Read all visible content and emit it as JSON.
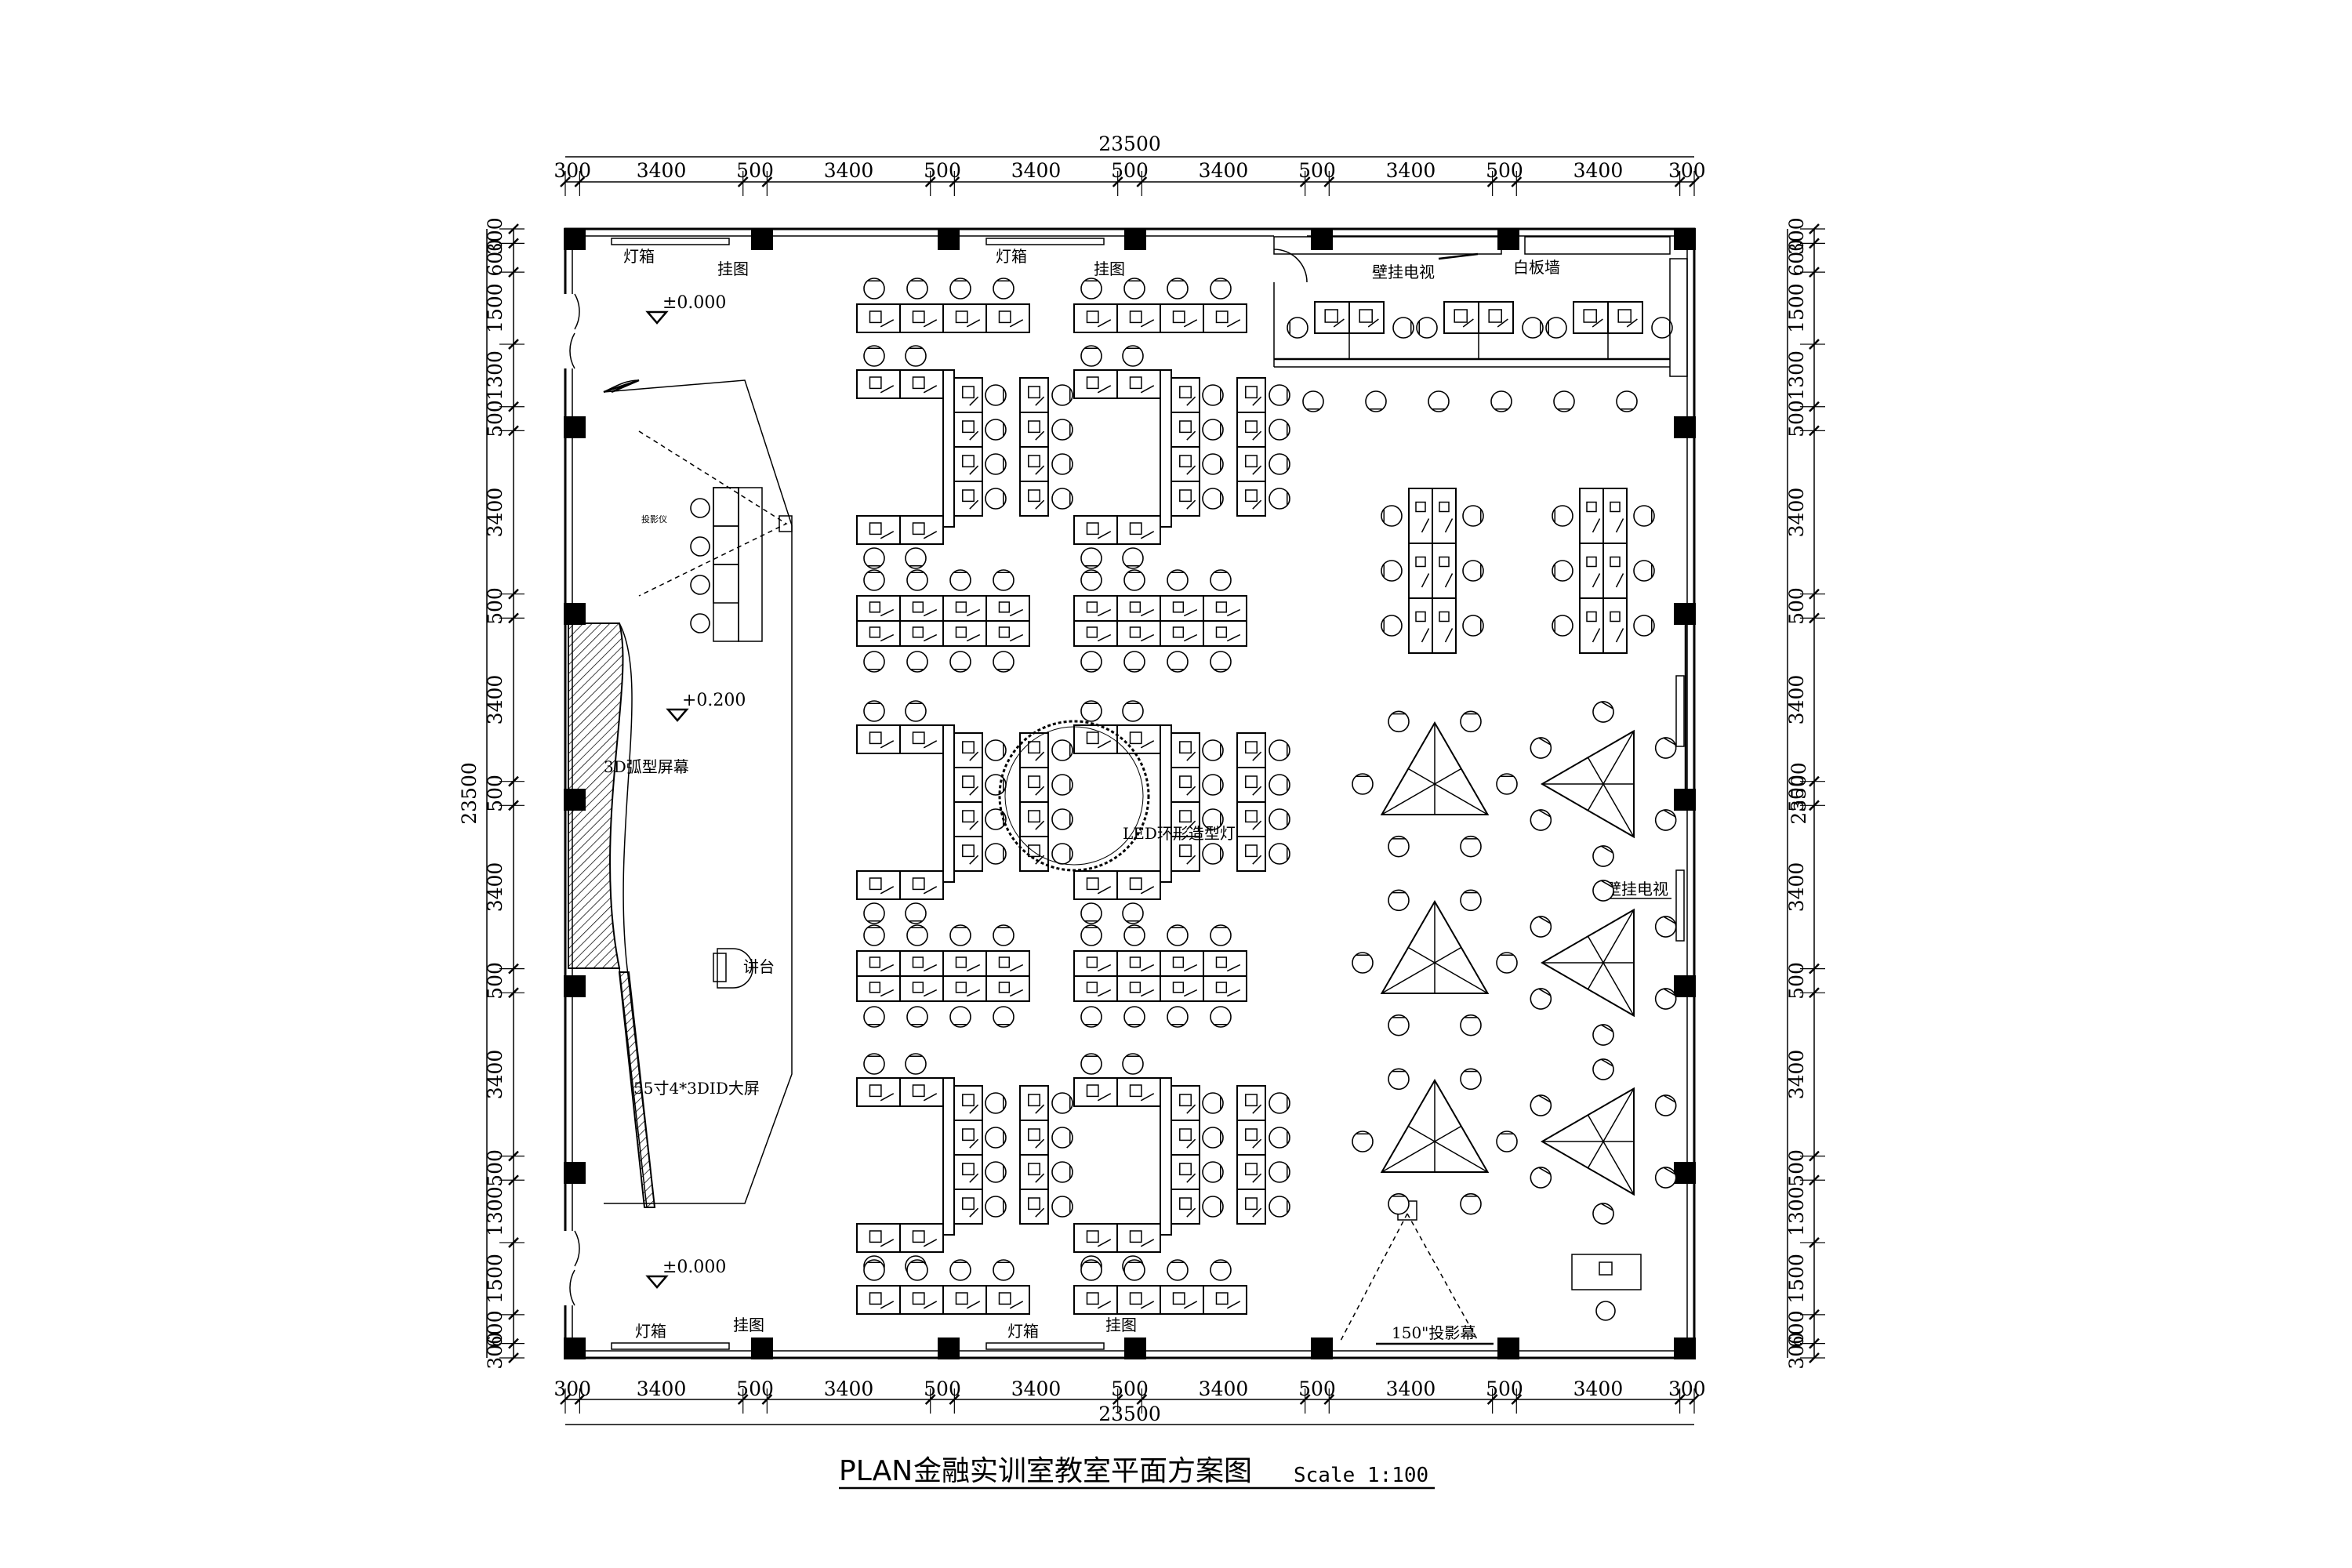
{
  "title": {
    "prefix": "PLAN",
    "main": "金融实训室教室平面方案图",
    "scale": "Scale 1:100"
  },
  "dimensions": {
    "total": "23500",
    "horizontal": [
      "300",
      "3400",
      "500",
      "3400",
      "500",
      "3400",
      "500",
      "3400",
      "500",
      "3400",
      "500",
      "3400",
      "300"
    ],
    "vertical": [
      "300",
      "600",
      "1500",
      "1300",
      "500",
      "3400",
      "500",
      "3400",
      "500",
      "3400",
      "500",
      "3400",
      "500",
      "1300",
      "1500",
      "600",
      "300"
    ]
  },
  "labels": {
    "lightbox_top_1": "灯箱",
    "lightbox_top_2": "灯箱",
    "hanging_pic_top_1": "挂图",
    "hanging_pic_top_2": "挂图",
    "wall_tv_top": "壁挂电视",
    "whiteboard": "白板墙",
    "lightbox_bottom_1": "灯箱",
    "lightbox_bottom_2": "灯箱",
    "hanging_pic_bottom_1": "挂图",
    "hanging_pic_bottom_2": "挂图",
    "projection_screen": "150\"投影幕",
    "wall_tv_right": "壁挂电视",
    "curved_screen": "3D弧型屏幕",
    "podium": "讲台",
    "big_screen": "55寸4*3DID大屏",
    "led_light": "LED环形造型灯",
    "small_label": "投影仪",
    "level_top": "±0.000",
    "level_mid": "+0.200",
    "level_bottom": "±0.000"
  }
}
